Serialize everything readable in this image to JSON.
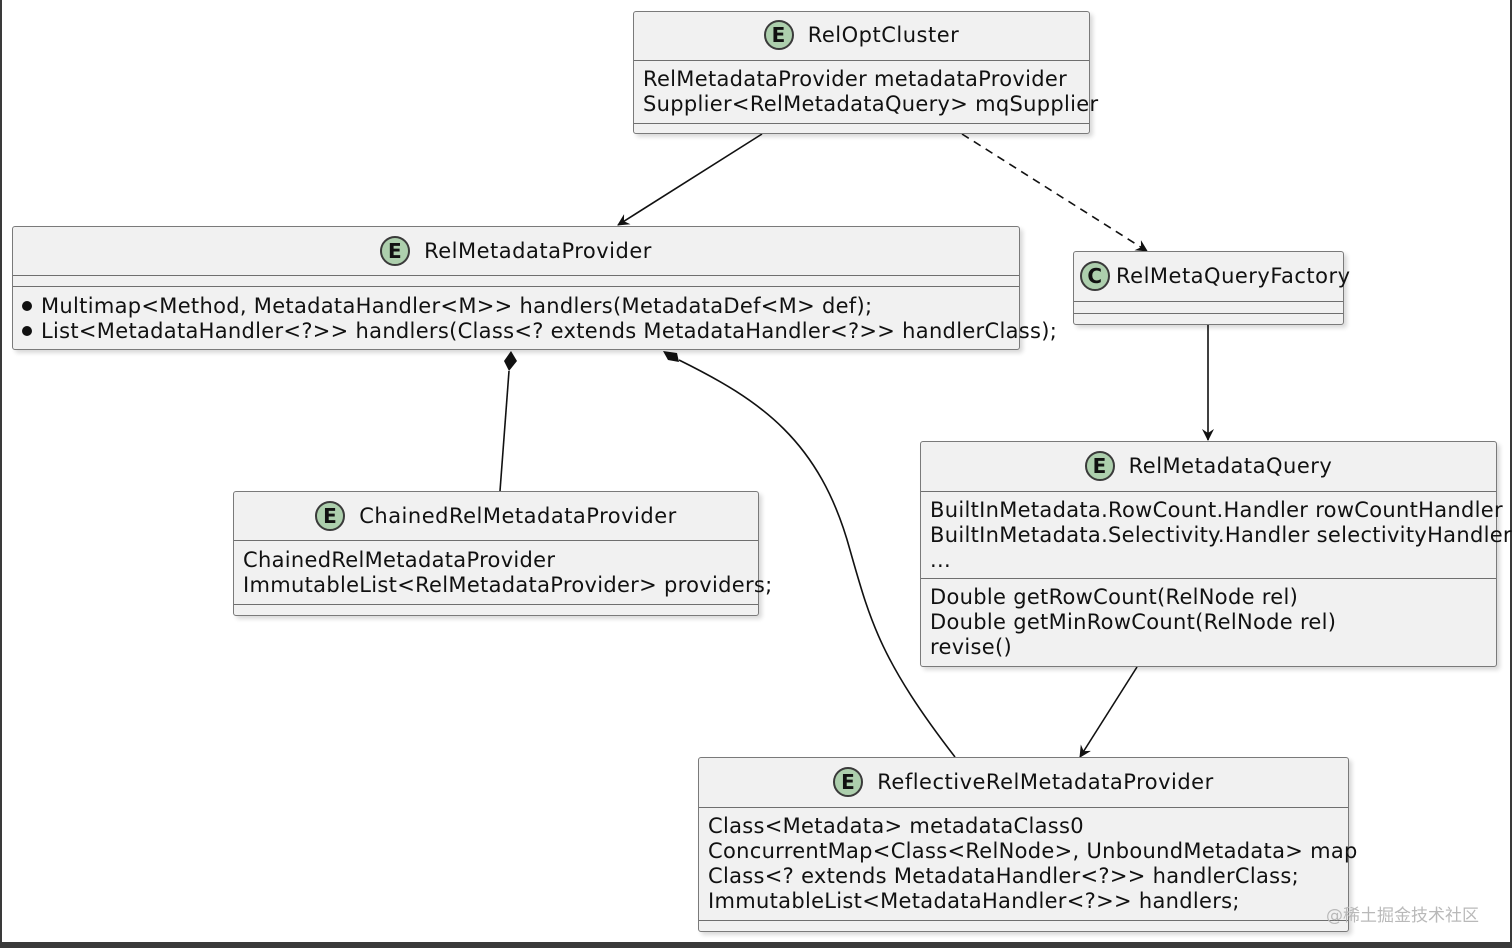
{
  "classes": {
    "relOptCluster": {
      "badge": "E",
      "name": "RelOptCluster",
      "fields": [
        "RelMetadataProvider metadataProvider",
        "Supplier<RelMetadataQuery> mqSupplier"
      ]
    },
    "relMetadataProvider": {
      "badge": "E",
      "name": "RelMetadataProvider",
      "methods": [
        "Multimap<Method, MetadataHandler<M>> handlers(MetadataDef<M> def);",
        "List<MetadataHandler<?>> handlers(Class<? extends MetadataHandler<?>> handlerClass);"
      ]
    },
    "relMetaQueryFactory": {
      "badge": "C",
      "name": "RelMetaQueryFactory"
    },
    "chainedRelMetadataProvider": {
      "badge": "E",
      "name": "ChainedRelMetadataProvider",
      "fields": [
        "ChainedRelMetadataProvider",
        "ImmutableList<RelMetadataProvider> providers;"
      ]
    },
    "relMetadataQuery": {
      "badge": "E",
      "name": "RelMetadataQuery",
      "fields": [
        "BuiltInMetadata.RowCount.Handler rowCountHandler",
        "BuiltInMetadata.Selectivity.Handler selectivityHandler",
        "..."
      ],
      "methods": [
        "Double getRowCount(RelNode rel)",
        "Double getMinRowCount(RelNode rel)",
        "revise()"
      ]
    },
    "reflectiveRelMetadataProvider": {
      "badge": "E",
      "name": "ReflectiveRelMetadataProvider",
      "fields": [
        "Class<Metadata> metadataClass0",
        "ConcurrentMap<Class<RelNode>, UnboundMetadata> map",
        "Class<? extends MetadataHandler<?>> handlerClass;",
        "ImmutableList<MetadataHandler<?>> handlers;"
      ]
    }
  },
  "relations": [
    {
      "from": "RelOptCluster",
      "to": "RelMetadataProvider",
      "kind": "association"
    },
    {
      "from": "RelOptCluster",
      "to": "RelMetaQueryFactory",
      "kind": "dependency"
    },
    {
      "from": "RelMetaQueryFactory",
      "to": "RelMetadataQuery",
      "kind": "association"
    },
    {
      "from": "RelMetadataQuery",
      "to": "ReflectiveRelMetadataProvider",
      "kind": "association"
    },
    {
      "from": "ChainedRelMetadataProvider",
      "to": "RelMetadataProvider",
      "kind": "composition"
    },
    {
      "from": "ReflectiveRelMetadataProvider",
      "to": "RelMetadataProvider",
      "kind": "composition"
    }
  ],
  "colors": {
    "badge_fill": "#adcfad",
    "box_fill": "#f1f1f1",
    "line": "#111111"
  },
  "watermark": "@稀土掘金技术社区"
}
